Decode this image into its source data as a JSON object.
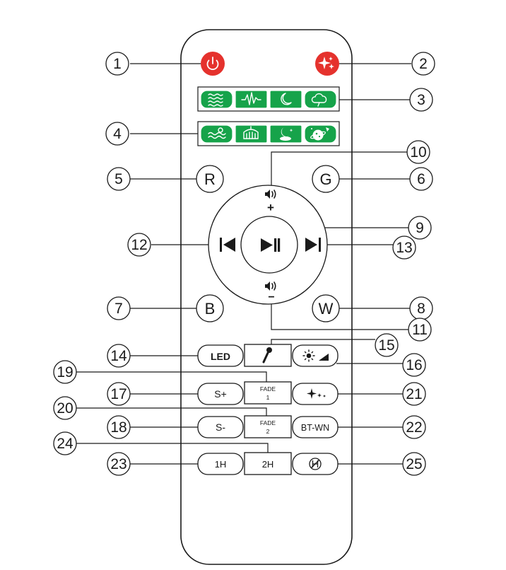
{
  "callouts": [
    "1",
    "2",
    "3",
    "4",
    "5",
    "6",
    "7",
    "8",
    "9",
    "10",
    "11",
    "12",
    "13",
    "14",
    "15",
    "16",
    "17",
    "18",
    "19",
    "20",
    "21",
    "22",
    "23",
    "24",
    "25"
  ],
  "buttons": {
    "r": "R",
    "g": "G",
    "b": "B",
    "w": "W",
    "vol_plus": "+",
    "vol_minus": "−",
    "led": "LED",
    "s_plus": "S+",
    "s_minus": "S-",
    "fade1_top": "FADE",
    "fade1_bottom": "1",
    "fade2_top": "FADE",
    "fade2_bottom": "2",
    "bt_wn": "BT-WN",
    "one_h": "1H",
    "two_h": "2H"
  },
  "colors": {
    "power": "#e5322d",
    "star": "#e5322d",
    "green": "#16a34a",
    "ink": "#1a1a1a"
  },
  "icons": {
    "power": "power-icon",
    "stars": "sparkle-stars-icon",
    "row3": [
      "white-noise-waves-icon",
      "heartbeat-icon",
      "moon-icon",
      "rain-cloud-icon"
    ],
    "row4": [
      "ocean-waves-icon",
      "crib-mobile-icon",
      "moon-baby-icon",
      "planet-rocket-icon"
    ],
    "volume": "speaker-icon",
    "play_pause": "play-pause-icon",
    "prev": "previous-track-icon",
    "next": "next-track-icon",
    "mic": "microphone-icon",
    "brightness": "brightness-icon",
    "star_small": "small-stars-icon",
    "timer_off": "hour-off-icon"
  }
}
